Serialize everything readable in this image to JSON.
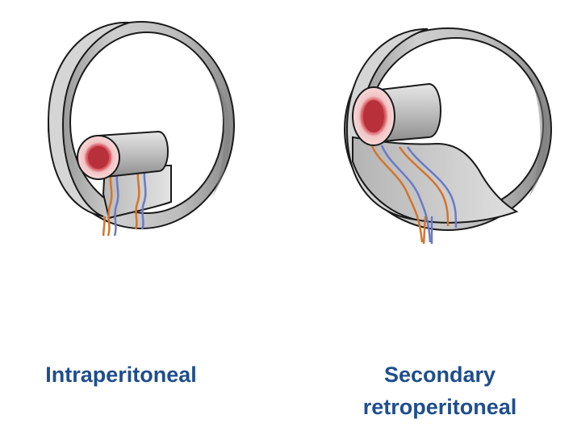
{
  "diagrams": [
    {
      "label": "Intraperitoneal"
    },
    {
      "label_line1": "Secondary",
      "label_line2": "retroperitoneal"
    }
  ],
  "colors": {
    "tissue_light": "#d9d9d9",
    "tissue_dark": "#9a9a9a",
    "outline": "#1a1a1a",
    "lumen_outer": "#f4c6c6",
    "lumen_inner": "#b8303a",
    "artery": "#d4742c",
    "vein": "#6b7ac4",
    "caption": "#1f4e8c"
  },
  "icons": [
    "peritoneal-ring-icon",
    "gut-tube-icon",
    "mesentery-vessels-icon"
  ]
}
